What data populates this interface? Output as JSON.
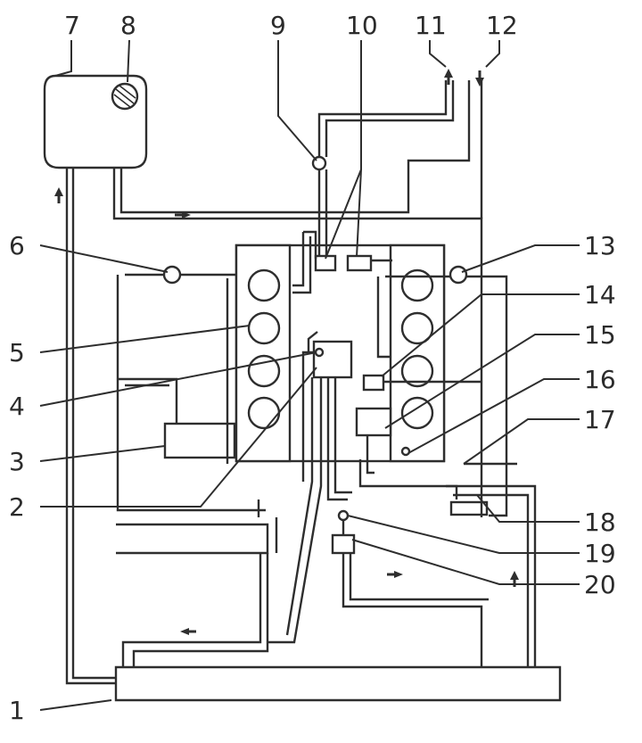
{
  "callouts": {
    "c1": "1",
    "c2": "2",
    "c3": "3",
    "c4": "4",
    "c5": "5",
    "c6": "6",
    "c7": "7",
    "c8": "8",
    "c9": "9",
    "c10": "10",
    "c11": "11",
    "c12": "12",
    "c13": "13",
    "c14": "14",
    "c15": "15",
    "c16": "16",
    "c17": "17",
    "c18": "18",
    "c19": "19",
    "c20": "20"
  },
  "colors": {
    "line": "#2e2e2e",
    "text": "#2b2b2b",
    "background": "#ffffff"
  }
}
